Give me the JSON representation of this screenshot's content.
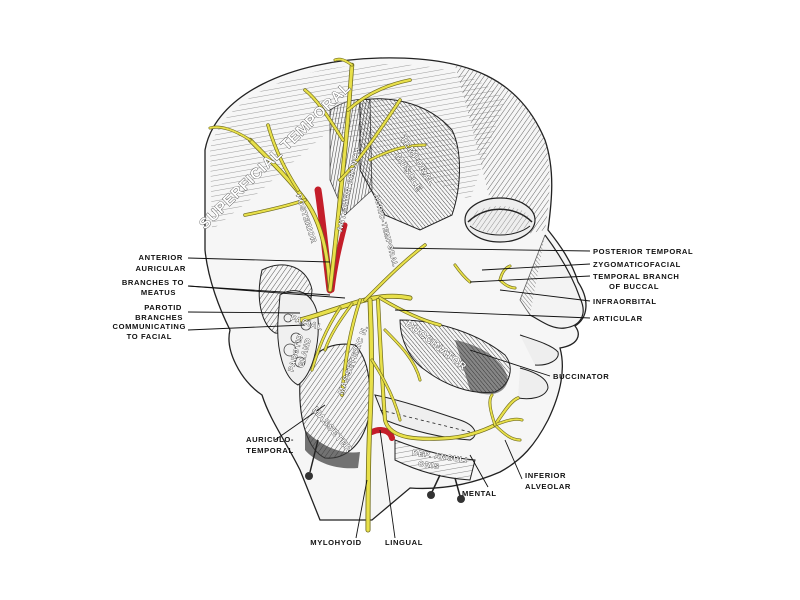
{
  "labels": {
    "right": {
      "posterior_temporal": "POSTERIOR TEMPORAL",
      "zygomaticofacial": "ZYGOMATICOFACIAL",
      "temporal_branch_1": "TEMPORAL BRANCH",
      "temporal_branch_2": "OF BUCCAL",
      "infraorbital": "INFRAORBITAL",
      "articular": "ARTICULAR",
      "buccinator": "BUCCINATOR",
      "inferior_alveolar_1": "INFERIOR",
      "inferior_alveolar_2": "ALVEOLAR",
      "mental": "MENTAL"
    },
    "left": {
      "anterior_auricular_1": "ANTERIOR",
      "anterior_auricular_2": "AURICULAR",
      "branches_to_meatus_1": "BRANCHES TO",
      "branches_to_meatus_2": "MEATUS",
      "parotid_branches_1": "PAROTID",
      "parotid_branches_2": "BRANCHES",
      "communicating_1": "COMMUNICATING",
      "communicating_2": "TO FACIAL",
      "auriculotemporal_1": "AURICULO-",
      "auriculotemporal_2": "TEMPORAL"
    },
    "bottom": {
      "mylohyoid": "MYLOHYOID",
      "lingual": "LINGUAL"
    },
    "internal": {
      "superficial_temporal": "SUPERFICIAL TEMPORAL",
      "temporal_muscle_1": "TEMPORAL",
      "temporal_muscle_2": "MUSCLE",
      "posterior": "POSTERIOR",
      "anterior_branch": "ANTERIOR BRANCH",
      "auric_temporal": "AURIC-TEMPORAL",
      "facial": "FACIAL",
      "parotid_gland_1": "PAROTID",
      "parotid_gland_2": "GLAND",
      "masseteric_n": "MASSETERIC N.",
      "buccinator_muscle": "BUCCINATOR",
      "masseter": "MASSETER",
      "dep_anguli_1": "DEP. ANGULI",
      "dep_anguli_2": "ORIS"
    }
  },
  "colors": {
    "nerve": "#e8e04a",
    "artery": "#c41e2a",
    "ink": "#111111",
    "bone": "#f4f4f4"
  }
}
